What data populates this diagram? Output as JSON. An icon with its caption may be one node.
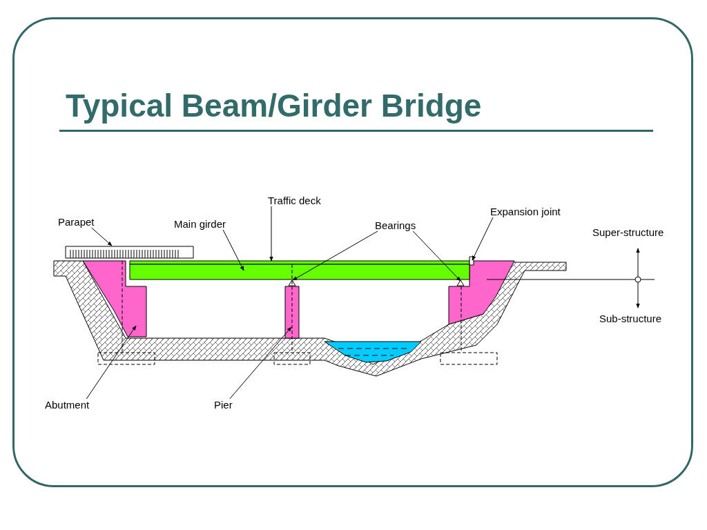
{
  "diagram": {
    "title": "Typical Beam/Girder Bridge",
    "nodes": [
      {
        "text": [
          "Traffic deck"
        ]
      },
      {
        "text": [
          "Main girder"
        ]
      },
      {
        "text": [
          "Parapet"
        ]
      },
      {
        "text": [
          "Bearings"
        ]
      },
      {
        "text": [
          "Expansion joint"
        ]
      },
      {
        "text": [
          "Abutment"
        ]
      },
      {
        "text": [
          "Pier"
        ]
      },
      {
        "text": [],
        "shape": "box"
      },
      {
        "text": [],
        "shape": "bar"
      },
      {
        "text": [],
        "shape": "bar"
      },
      {
        "text": [],
        "shape": "triangle"
      },
      {
        "text": [],
        "shape": "triangle"
      },
      {
        "text": [],
        "shape": "box"
      },
      {
        "text": [],
        "shape": "block"
      },
      {
        "text": [],
        "shape": "bar"
      }
    ],
    "edges": [
      {
        "from": 0,
        "to": 8,
        "arrow": "to"
      },
      {
        "from": 1,
        "to": 9,
        "arrow": "to"
      },
      {
        "from": 2,
        "to": 7,
        "arrow": "to"
      },
      {
        "from": 3,
        "to": 10,
        "arrow": "to"
      },
      {
        "from": 3,
        "to": 11,
        "arrow": "to"
      },
      {
        "from": 4,
        "to": 12,
        "arrow": "to"
      },
      {
        "from": 5,
        "to": 13,
        "arrow": "to"
      },
      {
        "from": 6,
        "to": 14,
        "arrow": "to"
      }
    ],
    "labels": [
      "Super-structure",
      "Sub-structure"
    ]
  }
}
